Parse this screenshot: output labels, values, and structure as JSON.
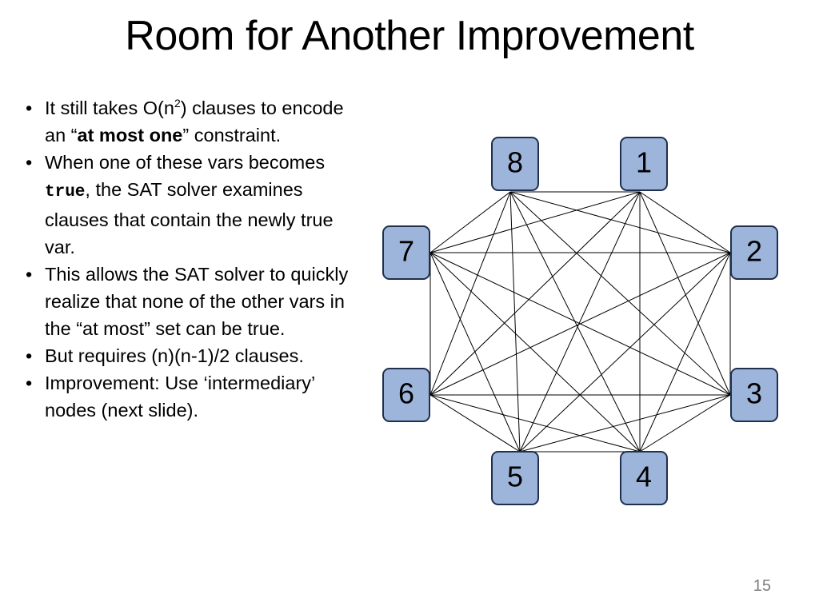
{
  "slide": {
    "title": "Room for Another Improvement",
    "page_number": "15"
  },
  "bullets": [
    {
      "pre": "It still takes O(n",
      "sup": "2",
      "post": ") clauses to encode an “",
      "bold": "at most one",
      "end": "” constraint."
    },
    {
      "pre": "When one of these vars becomes ",
      "code": "true",
      "post": ", the SAT solver examines clauses that contain the newly true var."
    },
    {
      "text": "This allows the SAT solver to quickly realize that none of the other vars in the “at most” set can be true."
    },
    {
      "text": "But requires (n)(n-1)/2 clauses."
    },
    {
      "text": "Improvement: Use ‘intermediary’ nodes (next slide)."
    }
  ],
  "graph": {
    "nodes": [
      {
        "id": "8",
        "label": "8"
      },
      {
        "id": "1",
        "label": "1"
      },
      {
        "id": "7",
        "label": "7"
      },
      {
        "id": "2",
        "label": "2"
      },
      {
        "id": "6",
        "label": "6"
      },
      {
        "id": "3",
        "label": "3"
      },
      {
        "id": "5",
        "label": "5"
      },
      {
        "id": "4",
        "label": "4"
      }
    ],
    "edges": "complete",
    "colors": {
      "node_fill": "#9db5db",
      "node_stroke": "#1f2f4d",
      "edge": "#000000"
    }
  }
}
